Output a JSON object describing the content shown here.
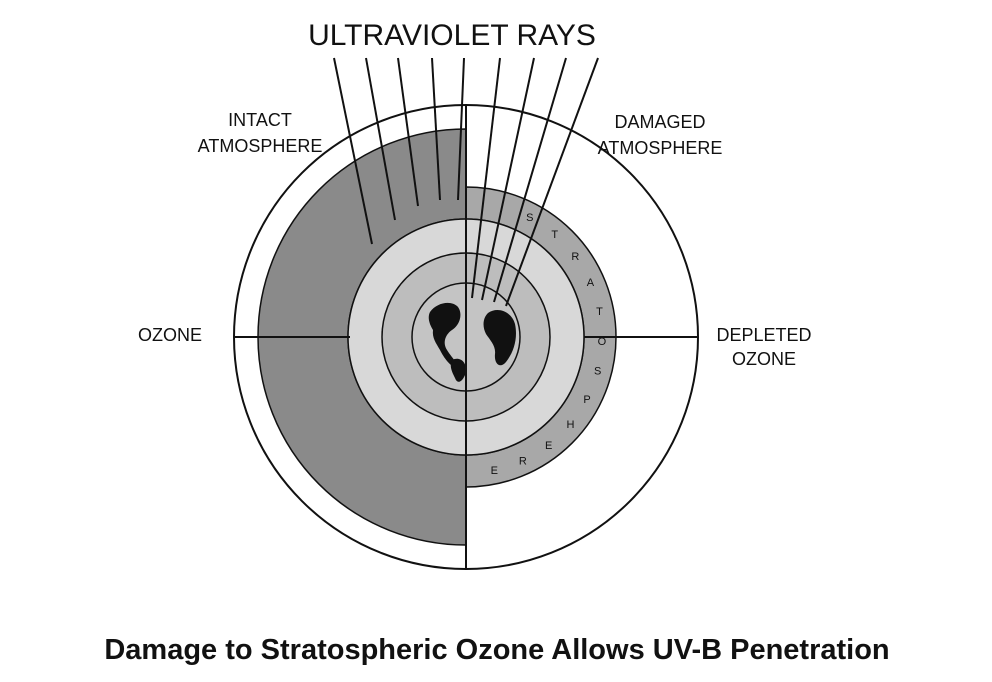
{
  "diagram": {
    "title": "ULTRAVIOLET RAYS",
    "labels": {
      "intact_line1": "INTACT",
      "intact_line2": "ATMOSPHERE",
      "damaged_line1": "DAMAGED",
      "damaged_line2": "ATMOSPHERE",
      "ozone": "OZONE",
      "depleted_line1": "DEPLETED",
      "depleted_line2": "OZONE"
    },
    "stratosphere_letters": [
      "S",
      "T",
      "R",
      "A",
      "T",
      "O",
      "S",
      "P",
      "H",
      "E",
      "R",
      "E"
    ],
    "caption": "Damage to Stratospheric Ozone Allows UV-B Penetration",
    "colors": {
      "ozone_layer": "#8a8a8a",
      "damaged_ozone": "#a8a8a8",
      "light_band": "#d8d8d8",
      "inner_band": "#bdbdbd",
      "earth": "#c4c4c4",
      "continents": "#111111",
      "lines": "#111111",
      "background": "#ffffff"
    }
  }
}
